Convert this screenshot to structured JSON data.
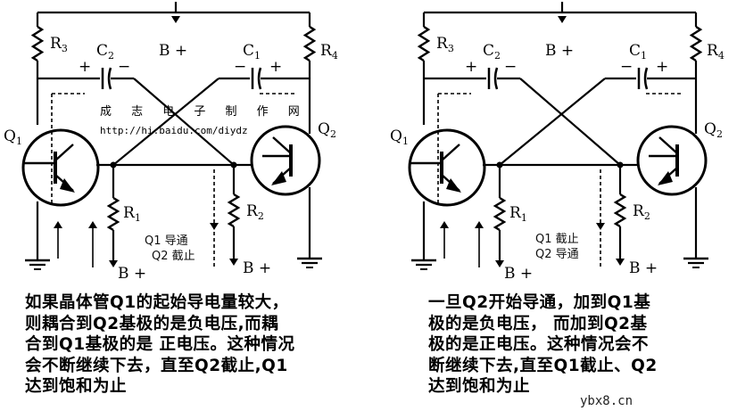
{
  "left_panel": {
    "supply": "B +",
    "resistors": [
      "R3",
      "R4",
      "R1",
      "R2"
    ],
    "capacitors": [
      "C2",
      "C1"
    ],
    "transistors": [
      "Q1",
      "Q2"
    ],
    "bottom_supply": [
      "B +",
      "B +"
    ],
    "state_lines": [
      "Q1 导通",
      "Q2 截止"
    ],
    "caption": "如果晶体管Q1的起始导电量较大，\n则耦合到Q2基极的是负电压,而耦\n合到Q1基极的是 正电压。这种情况\n会不断继续下去，直至Q2截止,Q1\n达到饱和为止"
  },
  "right_panel": {
    "supply": "B +",
    "resistors": [
      "R3",
      "R4",
      "R1",
      "R2"
    ],
    "capacitors": [
      "C2",
      "C1"
    ],
    "transistors": [
      "Q1",
      "Q2"
    ],
    "bottom_supply": [
      "B +",
      "B +"
    ],
    "state_lines": [
      "Q1 截止",
      "Q2 导通"
    ],
    "caption": "一旦Q2开始导通，加到Q1基\n极的是负电压， 而加到Q2基\n极的是正电压。这种情况会不\n断继续下去,直至Q1截止、Q2\n达到饱和为止"
  },
  "watermark": {
    "name": "成 志 电 子 制 作 网",
    "url": "http://hi.baidu.com/diydz",
    "site": "ybx8.cn"
  }
}
